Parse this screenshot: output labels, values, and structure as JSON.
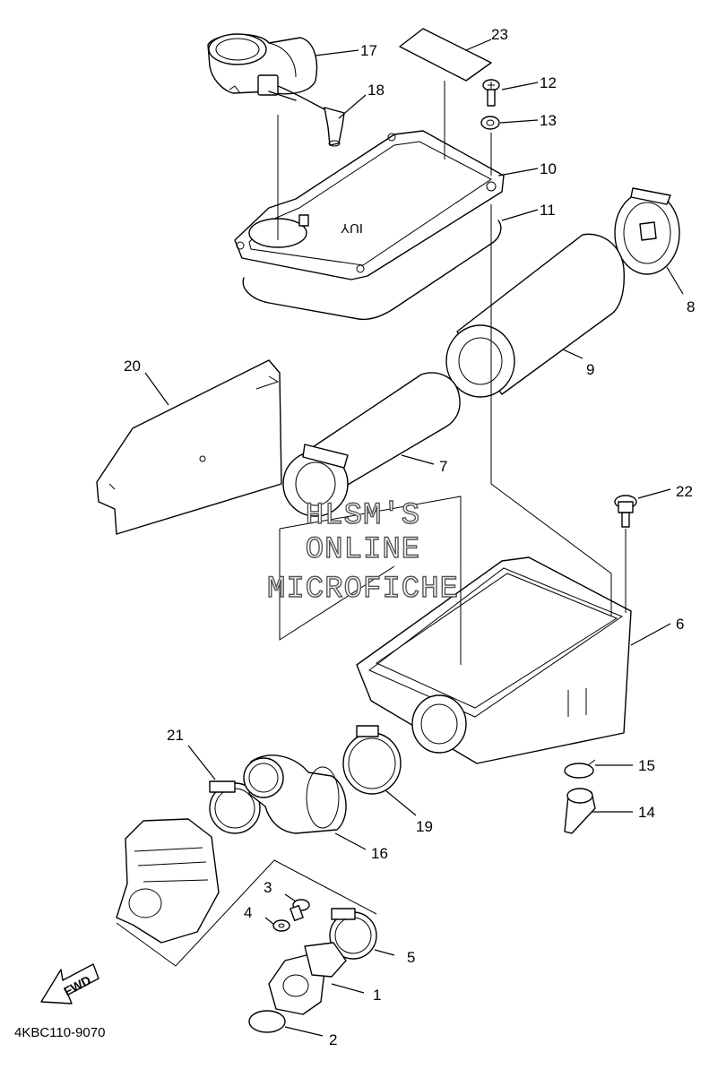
{
  "watermark": {
    "line1": "HLSM'S",
    "line2": "ONLINE",
    "line3": "MICROFICHE"
  },
  "diagram_code": "4KBC110-9070",
  "fwd_label": "FWD",
  "callouts": [
    {
      "id": "part-1",
      "label": "1"
    },
    {
      "id": "part-2",
      "label": "2"
    },
    {
      "id": "part-3",
      "label": "3"
    },
    {
      "id": "part-4",
      "label": "4"
    },
    {
      "id": "part-5",
      "label": "5"
    },
    {
      "id": "part-6",
      "label": "6"
    },
    {
      "id": "part-7",
      "label": "7"
    },
    {
      "id": "part-8",
      "label": "8"
    },
    {
      "id": "part-9",
      "label": "9"
    },
    {
      "id": "part-10",
      "label": "10"
    },
    {
      "id": "part-11",
      "label": "11"
    },
    {
      "id": "part-12",
      "label": "12"
    },
    {
      "id": "part-13",
      "label": "13"
    },
    {
      "id": "part-14",
      "label": "14"
    },
    {
      "id": "part-15",
      "label": "15"
    },
    {
      "id": "part-16",
      "label": "16"
    },
    {
      "id": "part-17",
      "label": "17"
    },
    {
      "id": "part-18",
      "label": "18"
    },
    {
      "id": "part-19",
      "label": "19"
    },
    {
      "id": "part-20",
      "label": "20"
    },
    {
      "id": "part-21",
      "label": "21"
    },
    {
      "id": "part-22",
      "label": "22"
    },
    {
      "id": "part-23",
      "label": "23"
    }
  ]
}
